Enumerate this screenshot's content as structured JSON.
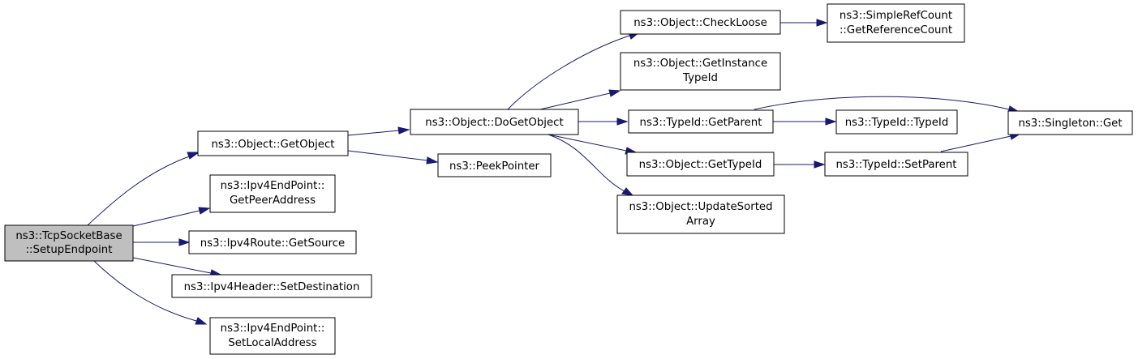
{
  "nodes": {
    "setup_endpoint": {
      "label": [
        "ns3::TcpSocketBase",
        "::SetupEndpoint"
      ]
    },
    "get_object": {
      "label": [
        "ns3::Object::GetObject"
      ]
    },
    "get_peer_address": {
      "label": [
        "ns3::Ipv4EndPoint::",
        "GetPeerAddress"
      ]
    },
    "get_source": {
      "label": [
        "ns3::Ipv4Route::GetSource"
      ]
    },
    "set_destination": {
      "label": [
        "ns3::Ipv4Header::SetDestination"
      ]
    },
    "set_local_address": {
      "label": [
        "ns3::Ipv4EndPoint::",
        "SetLocalAddress"
      ]
    },
    "do_get_object": {
      "label": [
        "ns3::Object::DoGetObject"
      ]
    },
    "peek_pointer": {
      "label": [
        "ns3::PeekPointer"
      ]
    },
    "check_loose": {
      "label": [
        "ns3::Object::CheckLoose"
      ]
    },
    "get_instance_typeid": {
      "label": [
        "ns3::Object::GetInstance",
        "TypeId"
      ]
    },
    "typeid_get_parent": {
      "label": [
        "ns3::TypeId::GetParent"
      ]
    },
    "object_get_typeid": {
      "label": [
        "ns3::Object::GetTypeId"
      ]
    },
    "update_sorted_array": {
      "label": [
        "ns3::Object::UpdateSorted",
        "Array"
      ]
    },
    "get_reference_count": {
      "label": [
        "ns3::SimpleRefCount",
        "::GetReferenceCount"
      ]
    },
    "typeid_typeid": {
      "label": [
        "ns3::TypeId::TypeId"
      ]
    },
    "typeid_set_parent": {
      "label": [
        "ns3::TypeId::SetParent"
      ]
    },
    "singleton_get": {
      "label": [
        "ns3::Singleton::Get"
      ]
    }
  },
  "edges": [
    [
      "setup_endpoint",
      "get_object"
    ],
    [
      "setup_endpoint",
      "get_peer_address"
    ],
    [
      "setup_endpoint",
      "get_source"
    ],
    [
      "setup_endpoint",
      "set_destination"
    ],
    [
      "setup_endpoint",
      "set_local_address"
    ],
    [
      "get_object",
      "do_get_object"
    ],
    [
      "get_object",
      "peek_pointer"
    ],
    [
      "do_get_object",
      "check_loose"
    ],
    [
      "do_get_object",
      "get_instance_typeid"
    ],
    [
      "do_get_object",
      "typeid_get_parent"
    ],
    [
      "do_get_object",
      "object_get_typeid"
    ],
    [
      "do_get_object",
      "update_sorted_array"
    ],
    [
      "check_loose",
      "get_reference_count"
    ],
    [
      "typeid_get_parent",
      "typeid_typeid"
    ],
    [
      "typeid_get_parent",
      "singleton_get"
    ],
    [
      "object_get_typeid",
      "typeid_set_parent"
    ],
    [
      "typeid_set_parent",
      "singleton_get"
    ]
  ],
  "colors": {
    "edge": "#191970",
    "root_fill": "#bfbfbf",
    "node_fill": "#ffffff",
    "border": "#000000"
  }
}
